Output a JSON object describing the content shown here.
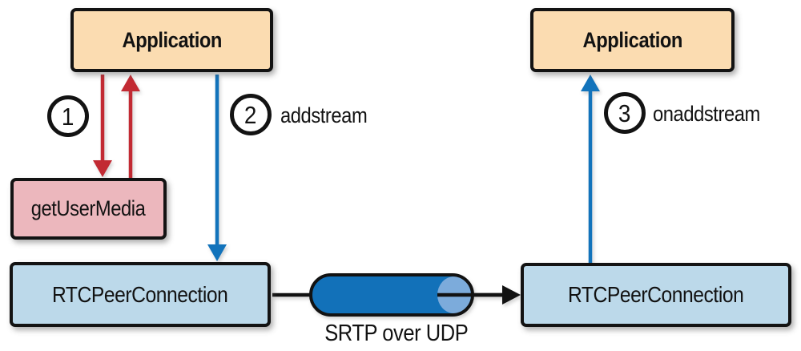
{
  "diagram": {
    "boxes": {
      "app_left": "Application",
      "app_right": "Application",
      "get_user_media": "getUserMedia",
      "rtc_left": "RTCPeerConnection",
      "rtc_right": "RTCPeerConnection"
    },
    "steps": {
      "one": {
        "number": "1"
      },
      "two": {
        "number": "2",
        "label": "addstream"
      },
      "three": {
        "number": "3",
        "label": "onaddstream"
      }
    },
    "pipe": {
      "label": "SRTP over UDP"
    },
    "colors": {
      "app_box_fill": "#fbdcb1",
      "media_box_fill": "#ecb7bd",
      "rtc_box_fill": "#bcd9ea",
      "red_arrow": "#c22a33",
      "blue_arrow": "#1273bb",
      "pipe_body": "#1271b9",
      "pipe_cap": "#7cabdb",
      "outline": "#121212"
    }
  }
}
